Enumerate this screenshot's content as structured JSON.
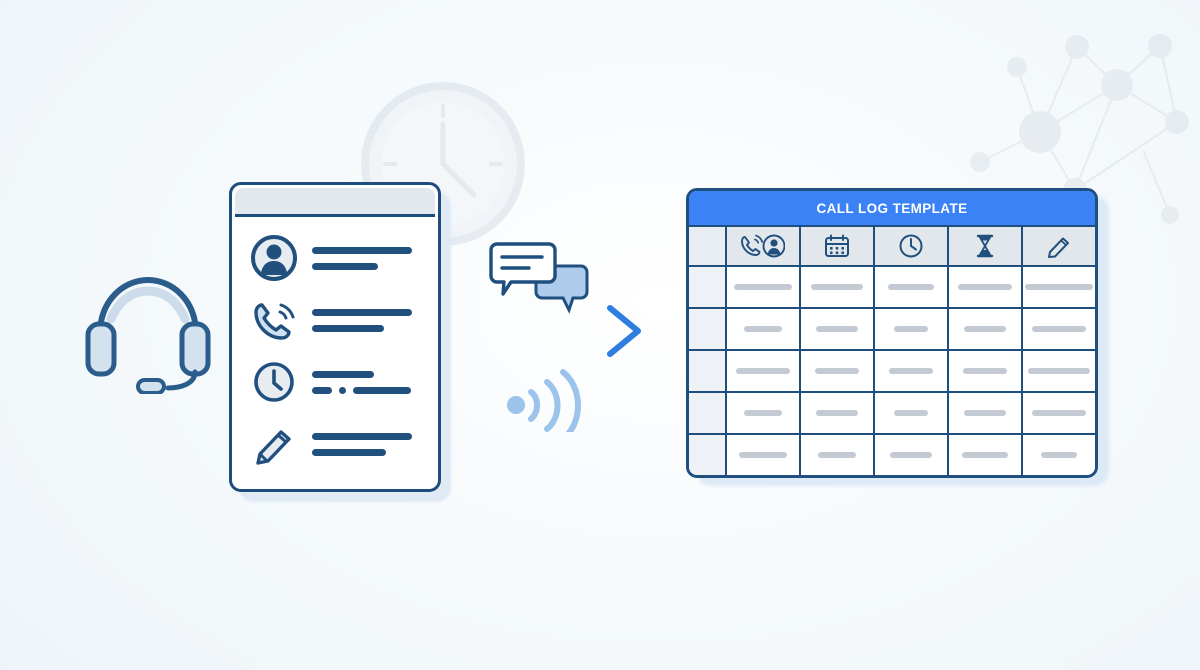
{
  "scene": {
    "title": "call-log-template-illustration",
    "background_color": "#f4f8fb",
    "accent_blue": "#3b82f6",
    "navy": "#1f4f7e",
    "light_blue": "#aecbec",
    "grey_bar": "#c3cad3"
  },
  "table": {
    "header_title": "CALL LOG TEMPLATE",
    "header_bg": "#3b82f6",
    "header_text_color": "#ffffff",
    "border_color": "#1f4f7e",
    "columns": [
      {
        "name": "row-number",
        "icon": "none"
      },
      {
        "name": "caller",
        "icon": "phone-person-icon"
      },
      {
        "name": "date",
        "icon": "calendar-icon"
      },
      {
        "name": "time",
        "icon": "clock-icon"
      },
      {
        "name": "duration",
        "icon": "hourglass-icon"
      },
      {
        "name": "notes",
        "icon": "pencil-icon"
      }
    ],
    "rows": [
      {
        "bars": [
          58,
          52,
          46,
          54,
          68
        ]
      },
      {
        "bars": [
          38,
          42,
          34,
          42,
          54
        ]
      },
      {
        "bars": [
          54,
          44,
          44,
          44,
          62
        ]
      },
      {
        "bars": [
          38,
          42,
          34,
          42,
          54
        ]
      },
      {
        "bars": [
          48,
          38,
          42,
          46,
          36
        ]
      }
    ]
  },
  "document_card": {
    "name": "call-record-card",
    "border_color": "#1e4d7b",
    "strip_color": "#e3e8ee",
    "rows": [
      {
        "icon": "person-avatar-icon",
        "lines": [
          100,
          66
        ],
        "segmented": false
      },
      {
        "icon": "phone-call-icon",
        "lines": [
          100,
          72
        ],
        "segmented": false
      },
      {
        "icon": "clock-icon",
        "lines": [
          62,
          0
        ],
        "segmented": true,
        "segments": [
          20,
          5,
          58
        ]
      },
      {
        "icon": "pencil-icon",
        "lines": [
          100,
          74
        ],
        "segmented": false
      }
    ]
  },
  "decorations": {
    "headset": {
      "name": "headset-icon",
      "color": "#2b5d8c",
      "fill": "#ccdcea"
    },
    "background_clock": {
      "name": "background-clock-icon",
      "color": "#dde4ea",
      "hour": 1,
      "minute": 25
    },
    "chat_bubbles": {
      "name": "chat-bubbles-icon",
      "front_fill": "#ffffff",
      "back_fill": "#aecbec",
      "outline": "#1f4f7e"
    },
    "arrow": {
      "name": "flow-arrow-icon",
      "color": "#2f7de1",
      "direction": "right"
    },
    "signal_waves": {
      "name": "signal-waves-icon",
      "color": "#9cc3ea",
      "arc_count": 3
    },
    "network_graph": {
      "name": "network-graph-decoration",
      "color": "#dde3e9",
      "node_count": 9
    }
  }
}
